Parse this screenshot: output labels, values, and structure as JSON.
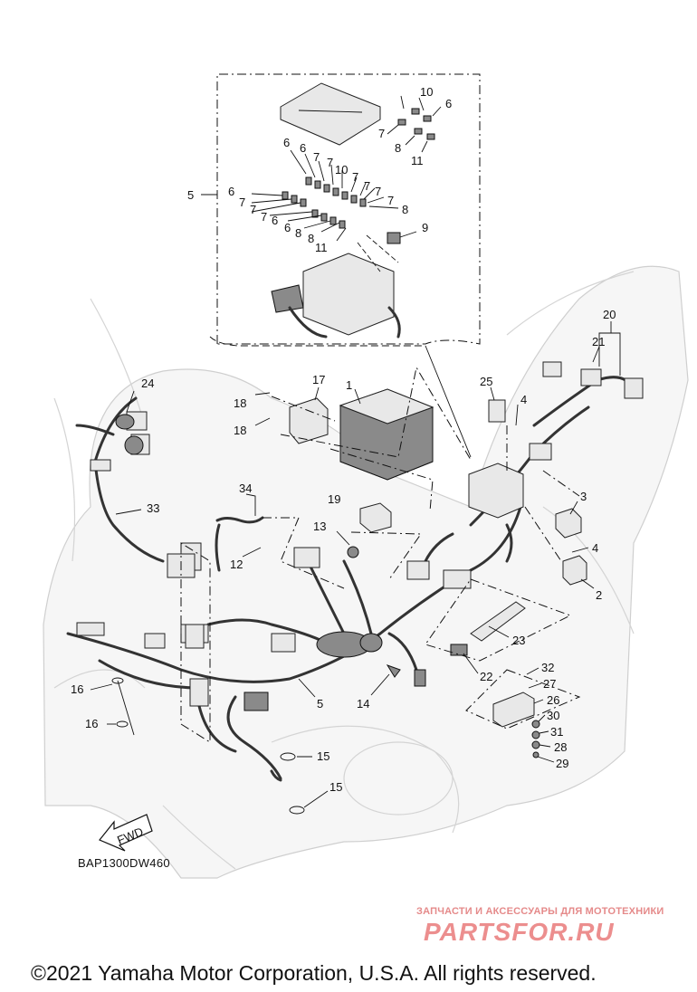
{
  "diagram": {
    "code": "BAP1300DW460",
    "fwd_label": "FWD",
    "callouts": {
      "c1": "1",
      "c2": "2",
      "c3": "3",
      "c4a": "4",
      "c4b": "4",
      "c5a": "5",
      "c5b": "5",
      "c6a": "6",
      "c6b": "6",
      "c6c": "6",
      "c6d": "6",
      "c6e": "6",
      "c6f": "6",
      "c7a": "7",
      "c7b": "7",
      "c7c": "7",
      "c7d": "7",
      "c7e": "7",
      "c7f": "7",
      "c7g": "7",
      "c7h": "7",
      "c7i": "7",
      "c7j": "7",
      "c8a": "8",
      "c8b": "8",
      "c8c": "8",
      "c8d": "8",
      "c9": "9",
      "c10a": "10",
      "c10b": "10",
      "c11a": "11",
      "c11b": "11",
      "c12": "12",
      "c13": "13",
      "c14": "14",
      "c15a": "15",
      "c15b": "15",
      "c16a": "16",
      "c16b": "16",
      "c17": "17",
      "c18a": "18",
      "c18b": "18",
      "c19": "19",
      "c20": "20",
      "c21": "21",
      "c22": "22",
      "c23": "23",
      "c24": "24",
      "c25": "25",
      "c26": "26",
      "c27": "27",
      "c28": "28",
      "c29": "29",
      "c30": "30",
      "c31": "31",
      "c32": "32",
      "c33": "33",
      "c34": "34"
    }
  },
  "watermark": {
    "subtitle": "ЗАПЧАСТИ И АКСЕССУАРЫ ДЛЯ МОТОТЕХНИКИ",
    "logo": "PARTSFOR.RU"
  },
  "footer": {
    "copyright": "©2021 Yamaha Motor Corporation, U.S.A. All rights reserved."
  }
}
